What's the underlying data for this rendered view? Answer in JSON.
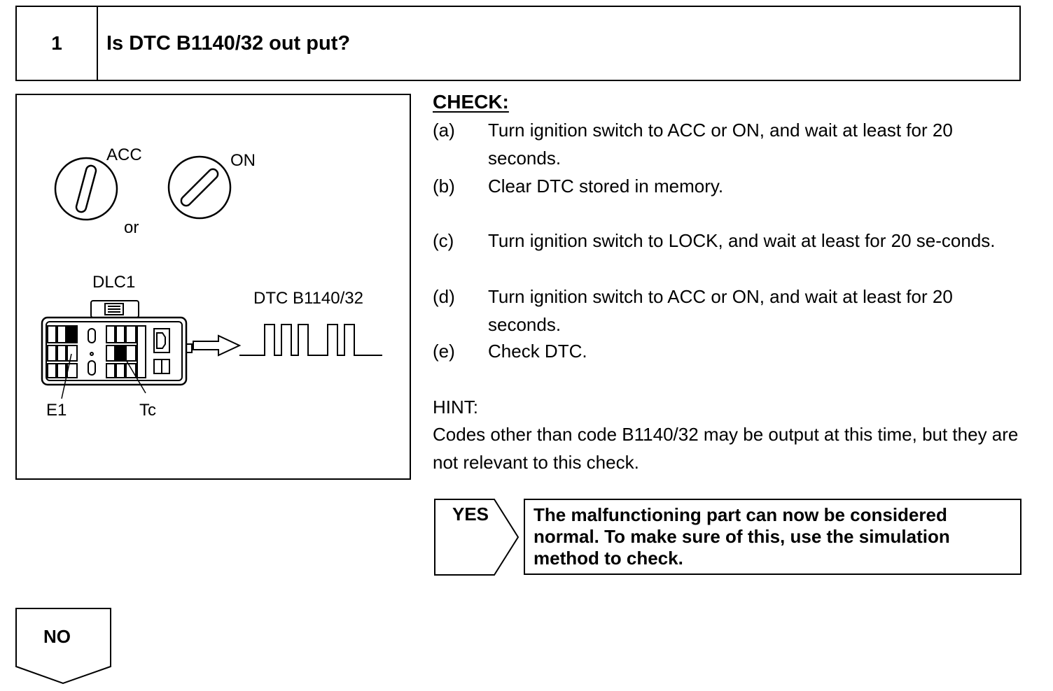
{
  "step": {
    "number": "1",
    "title": "Is DTC B1140/32 out put?"
  },
  "illustration": {
    "acc_label": "ACC",
    "on_label": "ON",
    "or_label": "or",
    "connector_label": "DLC1",
    "dtc_label": "DTC B1140/32",
    "e1_label": "E1",
    "tc_label": "Tc"
  },
  "check": {
    "title": "CHECK:",
    "steps": [
      {
        "letter": "(a)",
        "text": "Turn ignition switch to ACC or ON, and wait at least for 20 seconds."
      },
      {
        "letter": "(b)",
        "text": "Clear DTC stored in memory."
      },
      {
        "letter": "(c)",
        "text": "Turn ignition switch to LOCK, and wait at least for 20 se-conds."
      },
      {
        "letter": "(d)",
        "text": "Turn ignition switch to ACC or ON, and wait at least for 20 seconds."
      },
      {
        "letter": "(e)",
        "text": "Check DTC."
      }
    ]
  },
  "hint": {
    "label": "HINT:",
    "text": "Codes other than code B1140/32 may be output at this time, but they are not relevant to this check."
  },
  "yes": {
    "label": "YES",
    "result": "The malfunctioning part can now be considered normal. To make sure of this, use the simulation method to check."
  },
  "no": {
    "label": "NO"
  }
}
